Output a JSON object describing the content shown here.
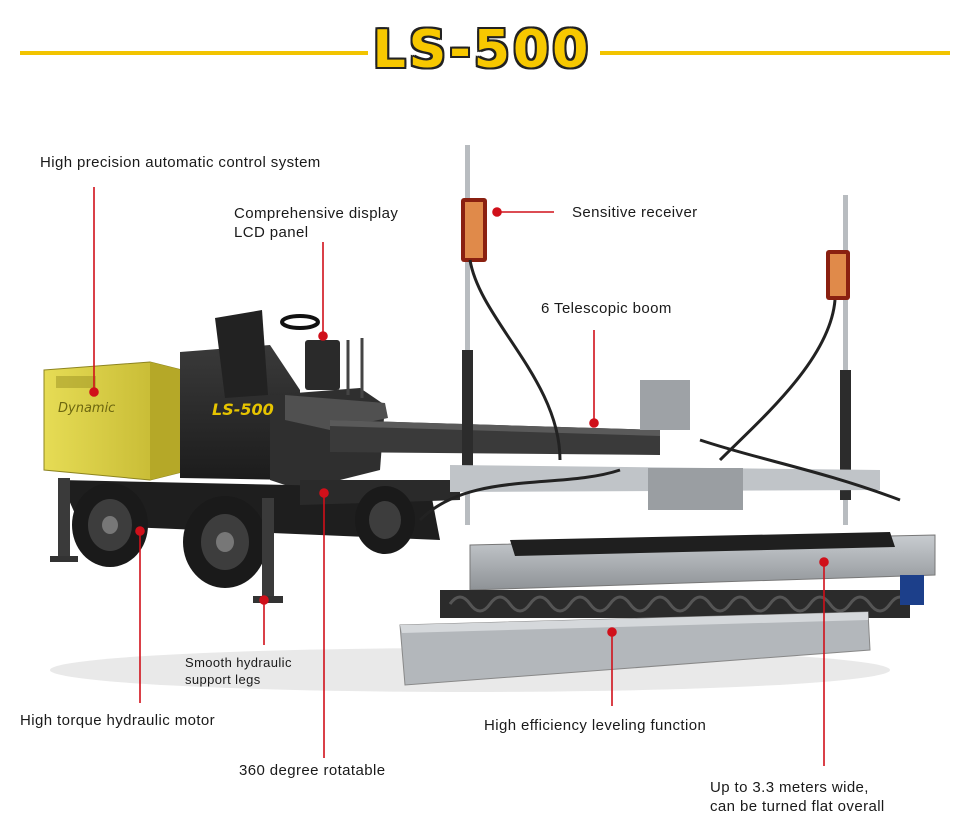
{
  "header": {
    "title": "LS-500",
    "accent_color": "#f2c400"
  },
  "machine": {
    "body_text": "LS-500",
    "brand_text": "Dynamic"
  },
  "callouts": {
    "control_system": "High precision automatic control system",
    "display_line1": "Comprehensive display",
    "display_line2": "LCD panel",
    "receiver": "Sensitive receiver",
    "boom": "6 Telescopic boom",
    "legs_line1": "Smooth hydraulic",
    "legs_line2": "support legs",
    "motor": "High torque hydraulic motor",
    "rotatable": "360 degree rotatable",
    "leveling": "High efficiency leveling function",
    "width_line1": "Up to 3.3 meters wide,",
    "width_line2": "can be turned flat overall"
  },
  "colors": {
    "pointer_red": "#d0101a",
    "machine_yellow": "#d8cc3c",
    "machine_dark": "#2b2b2b",
    "steel": "#a9adb1"
  }
}
